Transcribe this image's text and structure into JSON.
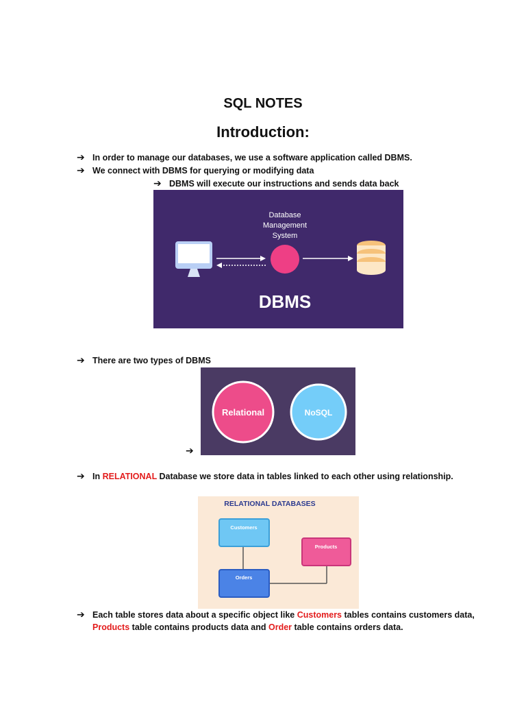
{
  "title": "SQL NOTES",
  "heading": "Introduction:",
  "arrow_glyph": "➔",
  "bullets": {
    "b1": "In order to manage our databases, we use a software application called DBMS.",
    "b2": "We connect with DBMS for querying or modifying data",
    "b3": "DBMS will execute our instructions and sends data back",
    "b4": "There are two types of DBMS",
    "b5_pre": "In ",
    "b5_red": "RELATIONAL",
    "b5_post": " Database we store data in tables linked to each other using relationship.",
    "b6_pre": "Each table stores data about a specific object like ",
    "b6_red1": "Customers",
    "b6_mid1": " tables contains customers data,",
    "b6_red2": "Products",
    "b6_mid2": " table contains products data and ",
    "b6_red3": "Order",
    "b6_post": " table contains orders data."
  },
  "dbms_figure": {
    "label_line1": "Database",
    "label_line2": "Management",
    "label_line3": "System",
    "big_label": "DBMS",
    "bg_color": "#40296b"
  },
  "types_figure": {
    "relational": "Relational",
    "nosql": "NoSQL",
    "bg_color": "#4a3a63"
  },
  "relational_figure": {
    "title": "RELATIONAL DATABASES",
    "customers": "Customers",
    "products": "Products",
    "orders": "Orders",
    "bg_color": "#fbe9d7"
  }
}
